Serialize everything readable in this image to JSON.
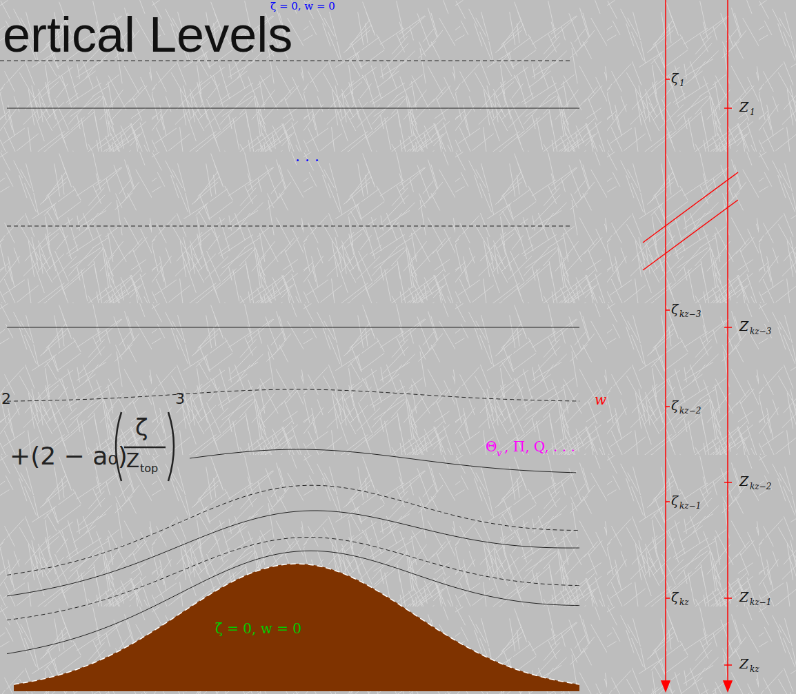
{
  "diagram": {
    "title": "ertical Levels",
    "labels": [
      "ζ = 0, w = 0",
      ". . .",
      "2",
      "+(2 − a₀)",
      "ζ",
      "Z",
      "top",
      "3",
      "w",
      "Θ",
      "v",
      ", Π, Q, . . .",
      "ζ̇ = 0, w = 0",
      "ζ",
      "1",
      "Z",
      "1",
      "ζ",
      "kz−3",
      "Z",
      "kz−3",
      "ζ",
      "kz−2",
      "Z",
      "kz−2",
      "ζ",
      "kz−1",
      "Z",
      "kz−1",
      "ζ",
      "kz",
      "Z",
      "kz"
    ]
  }
}
